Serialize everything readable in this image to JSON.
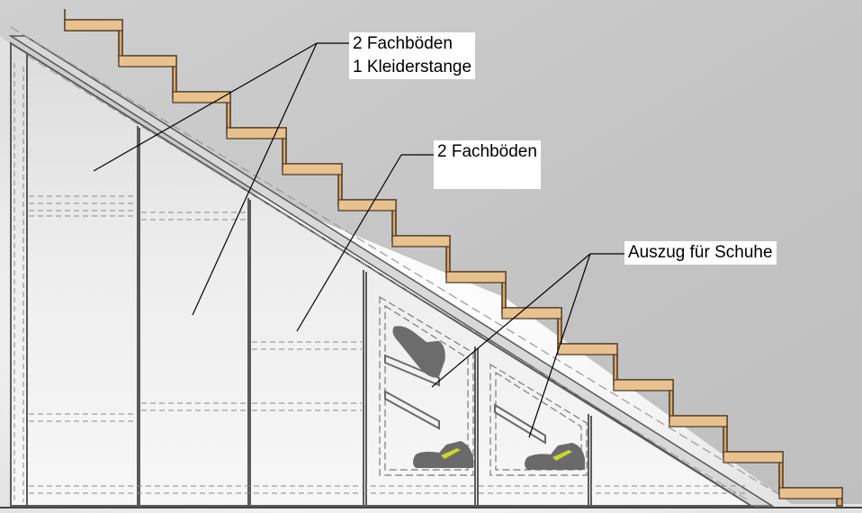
{
  "diagram": {
    "annotations": [
      {
        "id": "upper-left",
        "lines": [
          "2 Fachböden",
          "1 Kleiderstange"
        ]
      },
      {
        "id": "middle",
        "lines": [
          "2 Fachböden"
        ]
      },
      {
        "id": "shoe-drawer",
        "lines": [
          "Auszug für Schuhe"
        ]
      }
    ],
    "colors": {
      "wall": "#c8c8c8",
      "tread": "#d9aa6c",
      "tread_edge": "#4a3420",
      "cabinet_line": "#5a5a5a",
      "dashed": "#8a8a8a",
      "shoe": "#6c6c6c",
      "shoe_accent": "#c6d82a"
    },
    "icons": [
      "shoe-icon"
    ]
  }
}
